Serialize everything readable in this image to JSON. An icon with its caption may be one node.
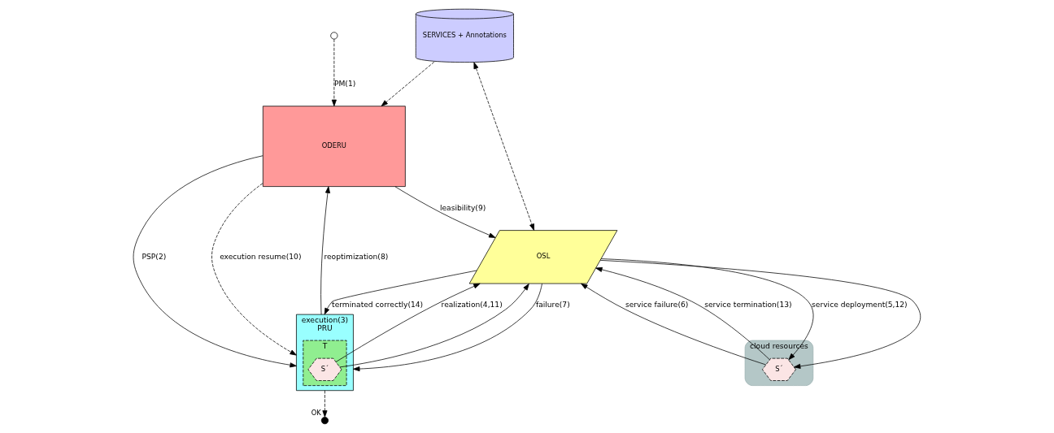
{
  "diagram": {
    "nodes": [
      {
        "text": [
          "SERVICES + Annotations"
        ]
      },
      {
        "text": [
          "ODERU"
        ]
      },
      {
        "text": [
          "OSL"
        ]
      },
      {
        "text": [
          "cloud resources"
        ]
      },
      {
        "text": [
          "S´"
        ],
        "in": 3
      },
      {
        "text": [
          "execution(3)",
          "PRU"
        ]
      },
      {
        "text": [
          "T"
        ],
        "in": 5
      },
      {
        "text": [
          "S´"
        ],
        "in": 6
      },
      {
        "text": [],
        "shape": "circle"
      },
      {
        "text": [],
        "shape": "circle",
        "beside": [
          "OK"
        ]
      }
    ],
    "edges": [
      {
        "from": 8,
        "to": 1,
        "arrow": "to",
        "label": "PM(1)",
        "style": "dashed"
      },
      {
        "from": 0,
        "to": 1,
        "arrow": "to",
        "style": "dashed"
      },
      {
        "from": 0,
        "to": 2,
        "arrow": "both",
        "style": "dashed"
      },
      {
        "from": 1,
        "to": 2,
        "arrow": "to",
        "label": "leasibility(9)"
      },
      {
        "from": 2,
        "to": 4,
        "arrow": "to",
        "label": "service deployment(5,12)"
      },
      {
        "from": 2,
        "to": 4,
        "arrow": "to"
      },
      {
        "from": 4,
        "to": 2,
        "arrow": "to",
        "label": "service failure(6)"
      },
      {
        "from": 4,
        "to": 2,
        "arrow": "to",
        "label": "service termination(13)"
      },
      {
        "from": 1,
        "to": 5,
        "arrow": "to",
        "label": "PSP(2)"
      },
      {
        "from": 1,
        "to": 5,
        "arrow": "to",
        "label": "execution resume(10)",
        "style": "dashed"
      },
      {
        "from": 5,
        "to": 1,
        "arrow": "to",
        "label": "reoptimization(8)"
      },
      {
        "from": 7,
        "to": 2,
        "arrow": "to",
        "label": "realization(4,11)"
      },
      {
        "from": 7,
        "to": 2,
        "arrow": "to"
      },
      {
        "from": 2,
        "to": 5,
        "arrow": "to",
        "label": "failure(7)"
      },
      {
        "from": 2,
        "to": 5,
        "arrow": "to",
        "label": "terminated correctly(14)"
      },
      {
        "from": 5,
        "to": 9,
        "arrow": "to",
        "style": "dashed"
      }
    ]
  }
}
